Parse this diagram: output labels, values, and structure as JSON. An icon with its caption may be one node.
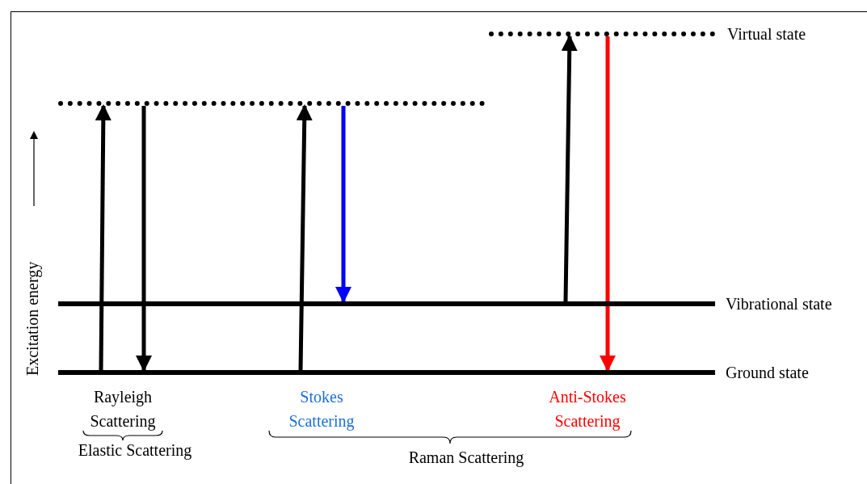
{
  "diagram": {
    "nodes": [
      {
        "text": [
          "Virtual state"
        ]
      },
      {
        "text": [],
        "shape": "bar"
      },
      {
        "text": [
          "Vibrational state"
        ]
      },
      {
        "text": [
          "Ground state"
        ]
      }
    ],
    "edges": [
      {
        "from": 3,
        "to": 1,
        "arrow": "to"
      },
      {
        "from": 1,
        "to": 3,
        "arrow": "to"
      },
      {
        "from": 3,
        "to": 1,
        "arrow": "to"
      },
      {
        "from": 1,
        "to": 2,
        "arrow": "to",
        "color": "#0000ff"
      },
      {
        "from": 2,
        "to": 0,
        "arrow": "to"
      },
      {
        "from": 0,
        "to": 3,
        "arrow": "to",
        "color": "#ff0000"
      }
    ],
    "labels": [
      "Excitation energy",
      "Rayleigh Scattering",
      "Elastic Scattering",
      "Stokes Scattering",
      "Anti-Stokes Scattering",
      "Raman Scattering"
    ]
  }
}
